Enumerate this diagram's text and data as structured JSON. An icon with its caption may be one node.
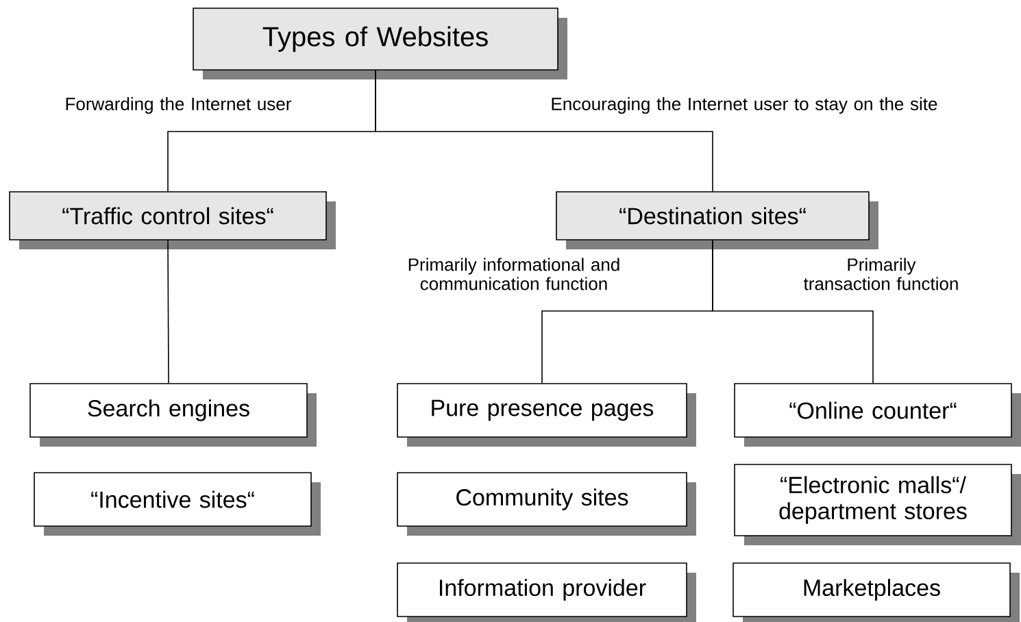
{
  "diagram": {
    "nodes": [
      {
        "text": [
          "Types of Websites"
        ]
      },
      {
        "text": [
          "“Traffic control sites“"
        ]
      },
      {
        "text": [
          "“Destination sites“"
        ]
      },
      {
        "text": [
          "Search engines"
        ]
      },
      {
        "text": [
          "“Incentive sites“"
        ]
      },
      {
        "text": [
          "Pure presence pages"
        ]
      },
      {
        "text": [
          "Community sites"
        ]
      },
      {
        "text": [
          "Information provider"
        ]
      },
      {
        "text": [
          "“Online counter“"
        ]
      },
      {
        "text": [
          "“Electronic malls“/ department stores"
        ]
      },
      {
        "text": [
          "Marketplaces"
        ]
      }
    ],
    "edges": [
      {
        "from": 0,
        "to": 1,
        "arrow": "none",
        "label": "Forwarding the Internet user"
      },
      {
        "from": 0,
        "to": 2,
        "arrow": "none",
        "label": "Encouraging the Internet user to stay on the site"
      },
      {
        "from": 1,
        "to": 3,
        "arrow": "none"
      },
      {
        "from": 2,
        "to": 5,
        "arrow": "none",
        "label": "Primarily informational and communication function"
      },
      {
        "from": 2,
        "to": 8,
        "arrow": "none",
        "label": "Primarily transaction function"
      }
    ]
  }
}
